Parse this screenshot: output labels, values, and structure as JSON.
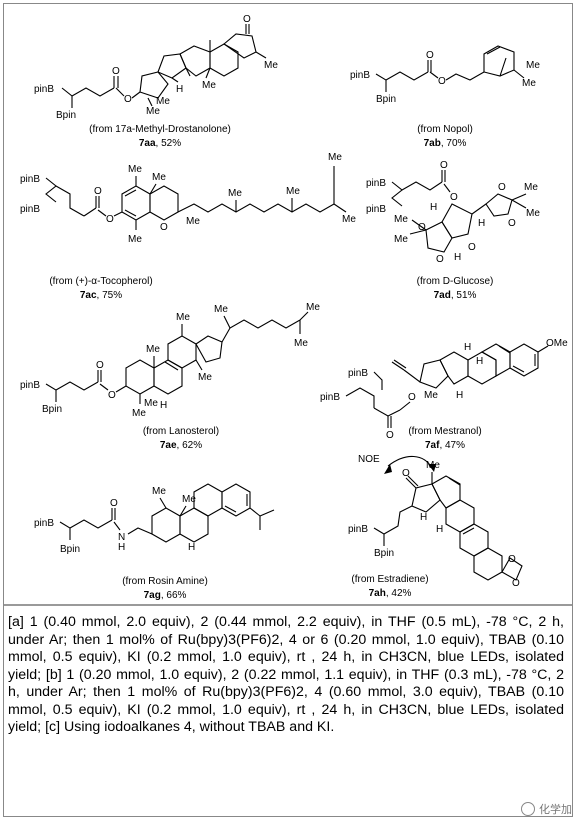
{
  "compounds": [
    {
      "id": "7aa",
      "source": "(from 17a-Methyl-Drostanolone)",
      "yield": ", 52%"
    },
    {
      "id": "7ab",
      "source": "(from Nopol)",
      "yield": ", 70%"
    },
    {
      "id": "7ac",
      "source": "(from (+)-α-Tocopherol)",
      "yield": ", 75%"
    },
    {
      "id": "7ad",
      "source": "(from D-Glucose)",
      "yield": ", 51%"
    },
    {
      "id": "7ae",
      "source": "(from Lanosterol)",
      "yield": ", 62%"
    },
    {
      "id": "7af",
      "source": "(from Mestranol)",
      "yield": ", 47%"
    },
    {
      "id": "7ag",
      "source": "(from  Rosin Amine)",
      "yield": ", 66%"
    },
    {
      "id": "7ah",
      "source": "(from Estradiene)",
      "yield": ", 42%"
    }
  ],
  "labels": {
    "pinB": "pinB",
    "Bpin": "Bpin",
    "Me": "Me",
    "O": "O",
    "H": "H",
    "N": "N",
    "OMe": "OMe",
    "NOE": "NOE"
  },
  "footnote": {
    "a_tag": "[a]",
    "a_text": "1 (0.40 mmol, 2.0 equiv), 2 (0.44 mmol, 2.2 equiv), in THF (0.5 mL), -78 °C, 2 h, under Ar; then 1 mol% of Ru(bpy)3(PF6)2, 4 or 6 (0.20 mmol, 1.0 equiv), TBAB (0.10 mmol, 0.5 equiv), KI (0.2 mmol, 1.0 equiv),  rt , 24 h, in CH3CN, blue LEDs, isolated yield;",
    "b_tag": "[b]",
    "b_text": "1 (0.20 mmol, 1.0 equiv), 2 (0.22 mmol, 1.1 equiv), in THF (0.3 mL), -78 °C, 2 h, under Ar; then 1 mol% of Ru(bpy)3(PF6)2, 4 (0.60 mmol, 3.0 equiv), TBAB (0.10 mmol, 0.5 equiv), KI (0.2 mmol, 1.0 equiv),  rt , 24 h, in CH3CN, blue LEDs, isolated yield;",
    "c_tag": "[c]",
    "c_text": "Using iodoalkanes 4, without TBAB and KI."
  },
  "watermark": "化学加"
}
